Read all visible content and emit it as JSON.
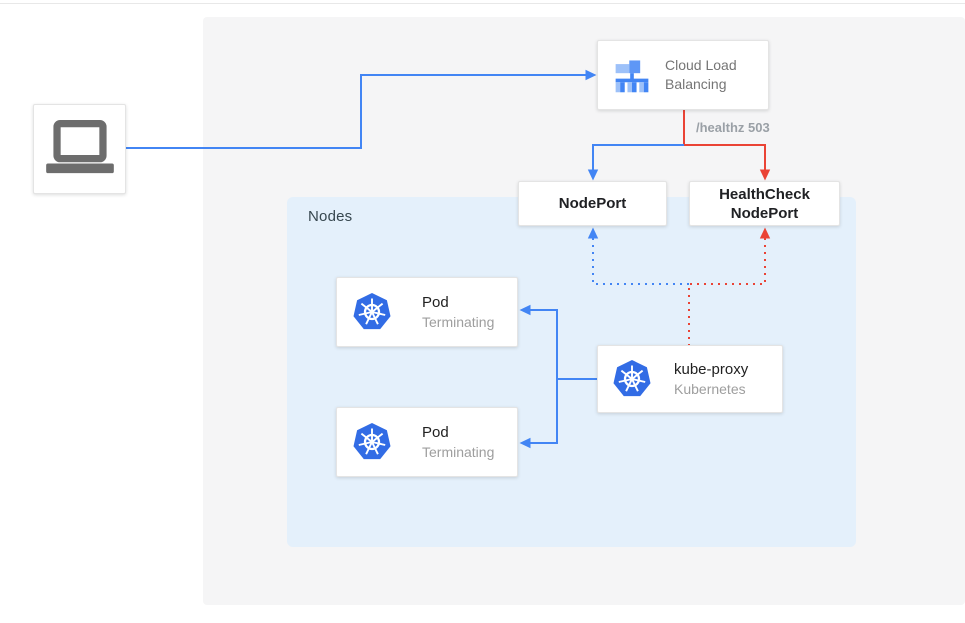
{
  "colors": {
    "accent_blue": "#4285f4",
    "accent_red": "#ea4335",
    "kubernetes_blue": "#326ce5",
    "nodes_container_bg": "#e4f0fb",
    "panel_bg": "#f5f5f6",
    "icon_light_blue": "#9dc1f9",
    "icon_mid_blue": "#5e97f6",
    "laptop_gray": "#6d6d6d"
  },
  "diagram": {
    "client": {
      "icon": "laptop-icon"
    },
    "cloud_load_balancing": {
      "line1": "Cloud Load",
      "line2": "Balancing",
      "icon": "load-balancer-icon"
    },
    "healthz_label": "/healthz 503",
    "nodeport_label": "NodePort",
    "healthcheck": {
      "line1": "HealthCheck",
      "line2": "NodePort"
    },
    "nodes_label": "Nodes",
    "pods": [
      {
        "title": "Pod",
        "status": "Terminating",
        "icon": "kubernetes-icon"
      },
      {
        "title": "Pod",
        "status": "Terminating",
        "icon": "kubernetes-icon"
      }
    ],
    "kube_proxy": {
      "title": "kube-proxy",
      "subtitle": "Kubernetes",
      "icon": "kubernetes-icon"
    }
  }
}
